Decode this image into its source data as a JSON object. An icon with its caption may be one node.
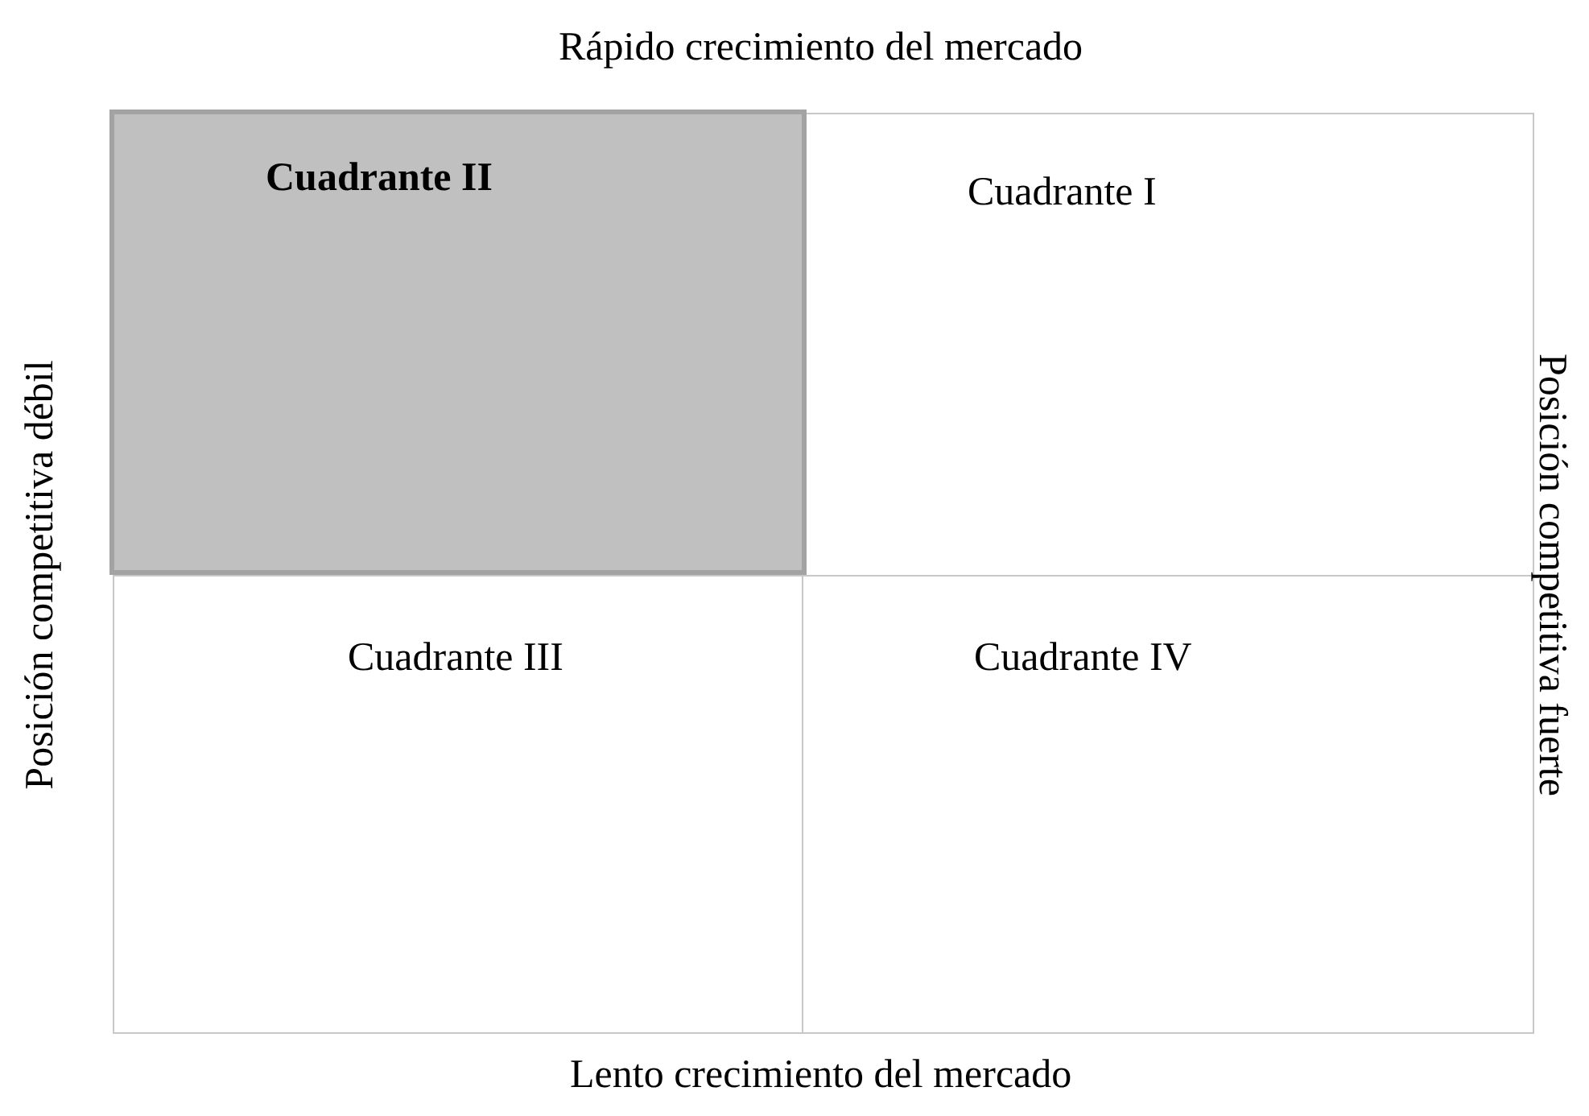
{
  "diagram": {
    "nodes": [
      {
        "text": [
          "Cuadrante II"
        ]
      },
      {
        "text": [
          "Cuadrante I"
        ]
      },
      {
        "text": [
          "Cuadrante III"
        ]
      },
      {
        "text": [
          "Cuadrante IV"
        ]
      }
    ],
    "labels": [
      "Rápido crecimiento del mercado",
      "Posición competitiva débil",
      "Posición competitiva fuerte",
      "Lento crecimiento del mercado"
    ]
  }
}
